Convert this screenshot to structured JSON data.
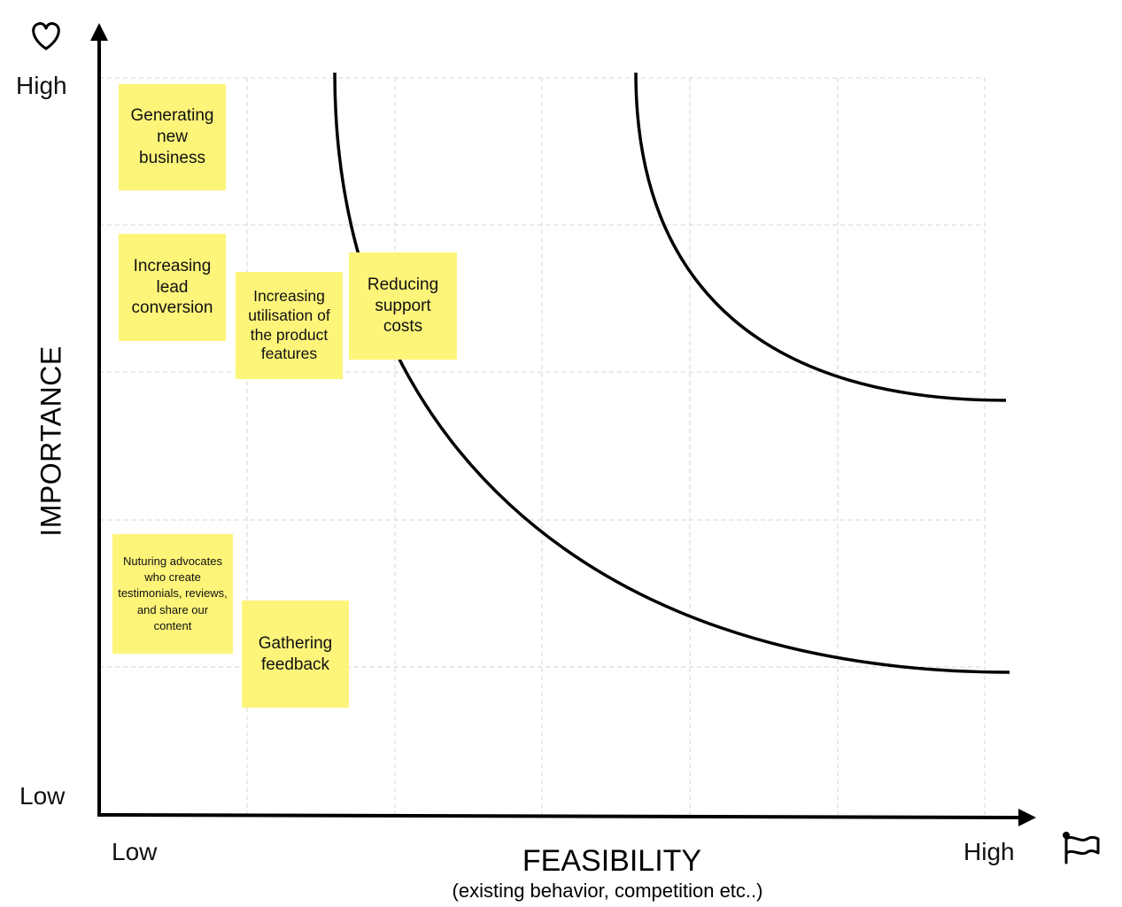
{
  "axes": {
    "y_title": "IMPORTANCE",
    "y_high_label": "High",
    "y_low_label": "Low",
    "x_title": "FEASIBILITY",
    "x_subtitle": "(existing behavior, competition etc..)",
    "x_low_label": "Low",
    "x_high_label": "High",
    "y_icon": "heart-icon",
    "x_icon": "flag-icon"
  },
  "notes": [
    {
      "id": "generating-new-business",
      "text": "Generating new business",
      "color": "#fdf57a"
    },
    {
      "id": "increasing-lead-conversion",
      "text": "Increasing lead conversion",
      "color": "#fdf57a"
    },
    {
      "id": "increasing-utilisation",
      "text": "Increasing utilisation of the product features",
      "color": "#fdf57a"
    },
    {
      "id": "reducing-support-costs",
      "text": "Reducing support costs",
      "color": "#fdf57a"
    },
    {
      "id": "nuturing-advocates",
      "text": "Nuturing advocates who create testimonials, reviews, and share our content",
      "color": "#fdf57a"
    },
    {
      "id": "gathering-feedback",
      "text": "Gathering feedback",
      "color": "#fdf57a"
    }
  ],
  "style": {
    "note_color": "#fdf57a",
    "grid_color": "#d6d6d6",
    "axis_color": "#000000"
  }
}
